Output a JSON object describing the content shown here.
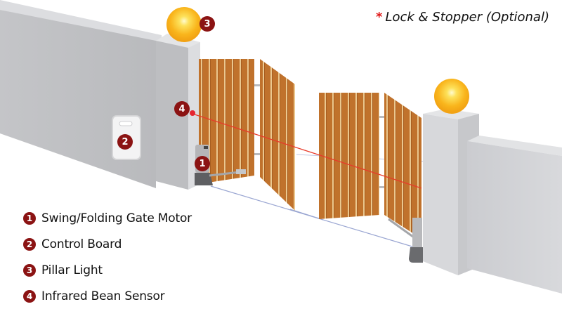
{
  "note": {
    "star": "*",
    "text": "Lock & Stopper (Optional)"
  },
  "legend": [
    {
      "number": "1",
      "label": "Swing/Folding Gate Motor"
    },
    {
      "number": "2",
      "label": "Control Board"
    },
    {
      "number": "3",
      "label": "Pillar Light"
    },
    {
      "number": "4",
      "label": "Infrared Bean Sensor"
    }
  ],
  "callouts": {
    "motor": "1",
    "control_board": "2",
    "pillar_light": "3",
    "sensor": "4"
  },
  "colors": {
    "badge": "#8b1313",
    "beam": "#e83a2a",
    "wood": "#c6782f",
    "wood_light": "#e9c48a",
    "wall": "#c9cacd",
    "light": "#fbb81c"
  }
}
